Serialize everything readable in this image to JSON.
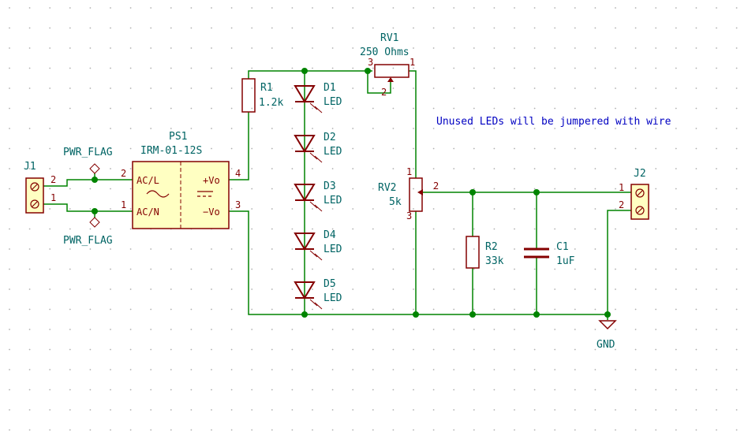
{
  "note": "Unused LEDs will be jumpered with wire",
  "j1": {
    "ref": "J1",
    "pin1": "1",
    "pin2": "2"
  },
  "j2": {
    "ref": "J2",
    "pin1": "1",
    "pin2": "2"
  },
  "pwr_flag_top": "PWR_FLAG",
  "pwr_flag_bottom": "PWR_FLAG",
  "ps1": {
    "ref": "PS1",
    "value": "IRM-01-12S",
    "pin_acl": "AC/L",
    "pin_acn": "AC/N",
    "pin_vpos": "+Vo",
    "pin_vneg": "−Vo",
    "num1": "1",
    "num2": "2",
    "num3": "3",
    "num4": "4"
  },
  "r1": {
    "ref": "R1",
    "value": "1.2k"
  },
  "r2": {
    "ref": "R2",
    "value": "33k"
  },
  "c1": {
    "ref": "C1",
    "value": "1uF"
  },
  "rv1": {
    "ref": "RV1",
    "value": "250 Ohms",
    "n1": "1",
    "n2": "2",
    "n3": "3"
  },
  "rv2": {
    "ref": "RV2",
    "value": "5k",
    "n1": "1",
    "n2": "2",
    "n3": "3"
  },
  "leds": [
    {
      "ref": "D1",
      "value": "LED"
    },
    {
      "ref": "D2",
      "value": "LED"
    },
    {
      "ref": "D3",
      "value": "LED"
    },
    {
      "ref": "D4",
      "value": "LED"
    },
    {
      "ref": "D5",
      "value": "LED"
    }
  ],
  "gnd": "GND"
}
